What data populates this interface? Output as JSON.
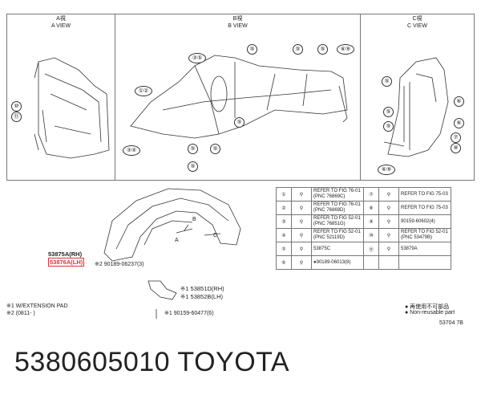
{
  "views": [
    {
      "jp": "A視",
      "en": "A VIEW"
    },
    {
      "jp": "B視",
      "en": "B VIEW"
    },
    {
      "jp": "C視",
      "en": "C VIEW"
    }
  ],
  "callouts": {
    "a": [
      "⑩",
      "⑪"
    ],
    "b": [
      "③⑤",
      "⑤",
      "⑤",
      "⑤",
      "⑥⑨",
      "①②",
      "⑤",
      "③④",
      "⑤",
      "⑤",
      "⑤"
    ],
    "c": [
      "⑤",
      "⑤",
      "⑤",
      "⑥",
      "⑥",
      "⑦",
      "⑧",
      "⑥⑨"
    ]
  },
  "main_labels": {
    "part_rh": "53875A(RH)",
    "part_lh": "53876A(LH)",
    "fastener1": "※2 90189-06237(3)",
    "part_d": "※1 53851D(RH)",
    "part_b": "※1 53852B(LH)",
    "fastener2": "※1 90159-60477(6)",
    "arrow_b": "B",
    "arrow_a": "A",
    "arrow_c": "C"
  },
  "ref_table": [
    {
      "num": "①",
      "text": "REFER TO FIG 76-01 (PNC 76869C)",
      "num2": "⑦",
      "text2": "REFER TO FIG 75-03"
    },
    {
      "num": "②",
      "text": "REFER TO FIG 76-01 (PNC 76869D)",
      "num2": "⑧",
      "text2": "REFER TO FIG 75-03"
    },
    {
      "num": "③",
      "text": "REFER TO FIG 52-01 (PNC 76851G)",
      "num2": "⑨",
      "text2": "90159-60602(4)"
    },
    {
      "num": "④",
      "text": "REFER TO FIG 52-01 (PNC 52119D)",
      "num2": "⑩",
      "text2": "REFER TO FIG 52-01 (PNC 53479B)"
    },
    {
      "num": "⑤",
      "text": "53875C",
      "num2": "⑪",
      "text2": "53879A"
    },
    {
      "num": "⑥",
      "text": "●90189-06013(8)",
      "num2": "",
      "text2": ""
    }
  ],
  "footnotes": [
    "※1 W/EXTENSION PAD",
    "※2 (0811-    )"
  ],
  "legend": [
    "● 再使用不可部品",
    "● Non-reusable part"
  ],
  "figure_code": "53704 7B",
  "bottom_title": "5380605010  TOYOTA"
}
